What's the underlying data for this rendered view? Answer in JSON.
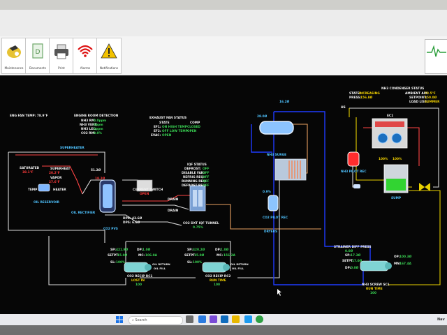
{
  "toolbar": {
    "buttons": [
      {
        "label": "Maintenance"
      },
      {
        "label": "Documents"
      },
      {
        "label": "Print"
      },
      {
        "label": "Alarms"
      },
      {
        "label": "Notifications"
      }
    ]
  },
  "hmi": {
    "eng_fan_temp": "ENG FAN TEMP: 78.9°F",
    "superheater": "SUPERHEATER",
    "saturated": "SATURATED",
    "sat_value": "38.1°F",
    "superheat": "SUPERHEAT",
    "superheat_value": "20.2°F",
    "vapor": "VAPOR",
    "vapor_value": "27.6°F",
    "temp": "TEMP",
    "heater": "HEATER",
    "oil_reservoir": "OIL RESERVOIR",
    "oil_rectifier": "OIL RECTIFIER",
    "co2_pvs": "CO2 PVS",
    "current_switch": "CURRENT SWITCH",
    "current_switch_state": "OPEN",
    "dps1": "DPS: 43.6Ø",
    "dps2": "DPS: 6.6Ø",
    "sl_value": "51.2Ø",
    "vessel_top_value": "18.2Ø",
    "engine_room_detection": "ENGINE ROOM DETECTION",
    "nh3_rm": "NH3 RM:",
    "nh3_rm_value": "0.0ppm",
    "nh3_vent": "NH3 VENT:",
    "nh3_vent_value": "0ppm",
    "nh3_lel": "NH3 LEL:",
    "nh3_lel_value": "0ppm",
    "co2_rm": "CO2 RM:",
    "co2_rm_value": "0.0%",
    "exhaust_fan_status": "EXHAUST FAN STATUS",
    "state_hdr": "STATE",
    "comp_hdr": "COMP",
    "ef1": "EF1:",
    "ef1_state": "ON HIGH TEMP",
    "ef1_comp": "CLOSED",
    "ef2": "EF2:",
    "ef2_state": "OFF LOW TEMP",
    "ef2_comp": "OPEN",
    "evac": "EVAC:",
    "evac_state": "OPEN",
    "iqf_status": "IQF STATUS",
    "iqf_defrost": "DEFROST:",
    "iqf_defrost_val": "OFF",
    "iqf_disable_fan": "DISABLE FAN:",
    "iqf_disable_fan_val": "OFF",
    "iqf_refrig": "REFRIG REQ:",
    "iqf_refrig_val": "OFF",
    "iqf_running": "RUNNING REQ:",
    "iqf_running_val": "OFF",
    "iqf_defrost_req": "DEFROST REQ:",
    "iqf_defrost_req_val": "OFF",
    "drain1": "DRAIN",
    "drain2": "DRAIN",
    "iqf_tunnel": "CO2 DXT IQF TUNNEL",
    "iqf_tunnel_val": "0.75%",
    "nh3_condenser_status": "NH3 CONDENSER STATUS",
    "cond_state": "STATE:",
    "cond_state_val": "INCREASING",
    "cond_press": "PRESS:",
    "cond_press_val": "156.8Ø",
    "ambient_air": "AMBIENT AIR:",
    "ambient_air_val": "73.5°F",
    "setpoint": "SETPOINT:",
    "setpoint_val": "150.0Ø",
    "load_list": "LOAD LIST:",
    "load_list_val": "SUMMER",
    "hs_label": "HS",
    "line_value": "16.2Ø",
    "surge_value": "28.0Ø",
    "nh3_surge": "NH3 SURGE",
    "ec1": "EC1",
    "fan1_pct": "100%",
    "fan2_pct": "100%",
    "sump": "SUMP",
    "nh3_pilot_rec": "NH3 PILOT REC",
    "co2_pilot_rec": "CO2 PILOT REC",
    "co2_pilot_value": "0.9%",
    "dryers": "DRYERS",
    "strainer_diff_press": "STRAINER DIFF PRESS",
    "strainer_val": "0.0Ø",
    "comp1": {
      "sp": "SP:",
      "sp_val": "421.9Ø",
      "setpt": "SETPT:",
      "setpt_val": "15.0Ø",
      "dp": "DP:",
      "dp_val": "1.0Ø",
      "sl": "SL:",
      "sl_val": "100%",
      "mc": "MC:",
      "mc_val": "106.0A",
      "oil_return": "OIL RETURN",
      "oil_fill": "OIL FILL",
      "name": "CO2 RECIP RC1",
      "status": "LOST IN",
      "num": "100"
    },
    "comp2": {
      "sp": "SP:",
      "sp_val": "420.2Ø",
      "setpt": "SETPT:",
      "setpt_val": "15.0Ø",
      "dp": "DP:",
      "dp_val": "1.0Ø",
      "sl": "SL:",
      "sl_val": "100%",
      "mc": "MC:",
      "mc_val": "156.2A",
      "oil_return": "OIL RETURN",
      "oil_fill": "OIL FILL",
      "name": "CO2 RECIP RC2",
      "status": "RUN TIME",
      "num": "100"
    },
    "comp3": {
      "sp": "SP:",
      "sp_val": "17.3Ø",
      "setpt": "SETPT:",
      "setpt_val": "17.0Ø",
      "dp": "DP:",
      "dp_val": "0.0Ø",
      "op": "OP:",
      "op_val": "100.3Ø",
      "mn": "MN:",
      "mn_val": "167.4A",
      "name": "NH3 SCREW SC1",
      "status": "RUN TIME",
      "num": "100"
    }
  },
  "taskbar": {
    "search_placeholder": "Search",
    "tray_label": "Nav"
  }
}
